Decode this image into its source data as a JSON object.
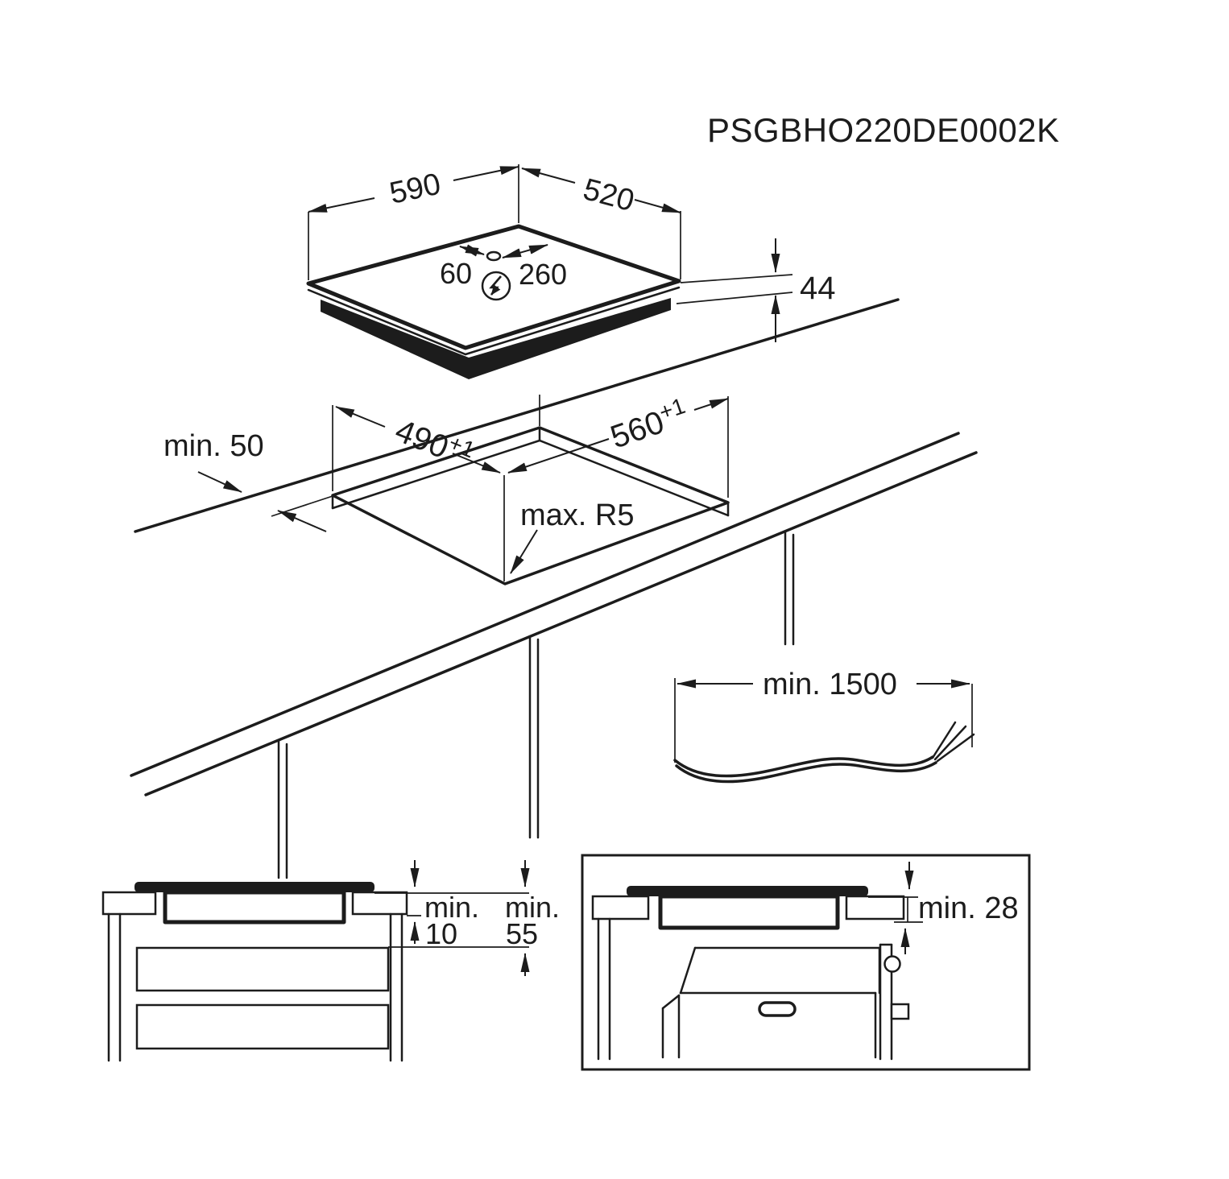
{
  "title": "PSGBHO220DE0002K",
  "hob_top_view": {
    "width_label": "590",
    "depth_label": "520",
    "cable_gland_left_label": "60",
    "cable_gland_right_label": "260",
    "height_label": "44",
    "power_icon": "lightning-bolt-in-circle"
  },
  "cutout_view": {
    "back_clearance_label": "min. 50",
    "depth_label": "490",
    "depth_tolerance_label": "+1",
    "width_label": "560",
    "width_tolerance_label": "+1",
    "corner_radius_label": "max. R5"
  },
  "cable_view": {
    "length_label": "min. 1500"
  },
  "side_section_view": {
    "gap_min_label": "min.",
    "gap_value_label": "10",
    "drawer_min_label": "min.",
    "drawer_value_label": "55"
  },
  "oven_section_view": {
    "clearance_label": "min. 28"
  },
  "colors": {
    "line": "#1c1c1c",
    "background": "#ffffff"
  }
}
